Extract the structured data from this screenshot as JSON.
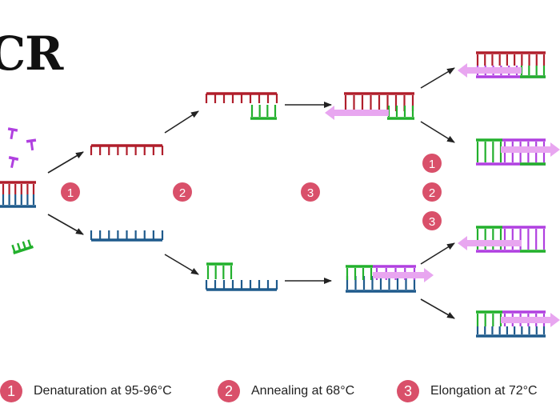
{
  "title": "CR",
  "colors": {
    "red_strand": "#b01e2b",
    "blue_strand": "#1e5a8c",
    "green_primer": "#22b02c",
    "purple_primer": "#b040e0",
    "new_strand": "#e8a6f0",
    "badge": "#d9506a",
    "arrow": "#222222"
  },
  "steps": [
    {
      "number": "1",
      "label": "Denaturation at 95-96°C"
    },
    {
      "number": "2",
      "label": "Annealing at 68°C"
    },
    {
      "number": "3",
      "label": "Elongation at 72°C"
    }
  ],
  "repeat_numbers": [
    "1",
    "2",
    "3"
  ],
  "icons": {
    "primer": "primer-icon",
    "arrow": "arrow-icon"
  }
}
